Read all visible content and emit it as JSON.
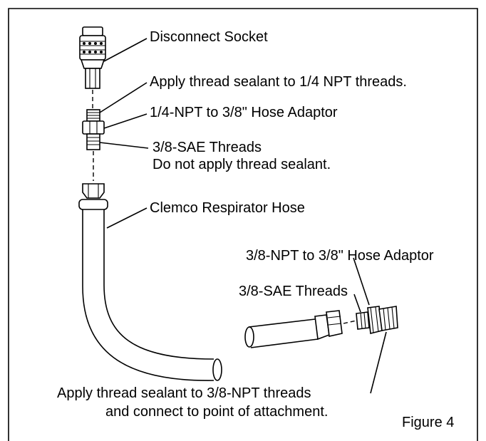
{
  "labels": {
    "disconnect_socket": "Disconnect Socket",
    "sealant_quarter_npt": "Apply thread sealant to 1/4 NPT threads.",
    "adaptor_quarter": "1/4-NPT to 3/8\" Hose Adaptor",
    "sae_threads_top": "3/8-SAE Threads",
    "no_sealant": "Do not apply thread sealant.",
    "respirator_hose": "Clemco Respirator Hose",
    "adaptor_three_eighths": "3/8-NPT to 3/8\" Hose Adaptor",
    "sae_threads_right": "3/8-SAE Threads",
    "sealant_three_eighths_line1": "Apply thread sealant to 3/8-NPT threads",
    "sealant_three_eighths_line2": "and connect to point of attachment.",
    "figure_caption": "Figure 4"
  }
}
